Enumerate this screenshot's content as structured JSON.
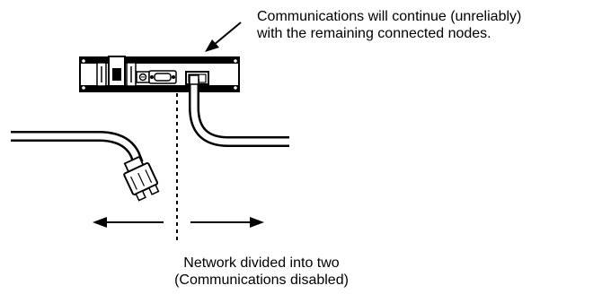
{
  "callout_top": {
    "line1": "Communications will continue (unreliably)",
    "line2": "with the remaining connected nodes."
  },
  "callout_bottom": {
    "line1": "Network divided into two",
    "line2": "(Communications disabled)"
  },
  "colors": {
    "ink": "#000000",
    "background": "#ffffff"
  }
}
